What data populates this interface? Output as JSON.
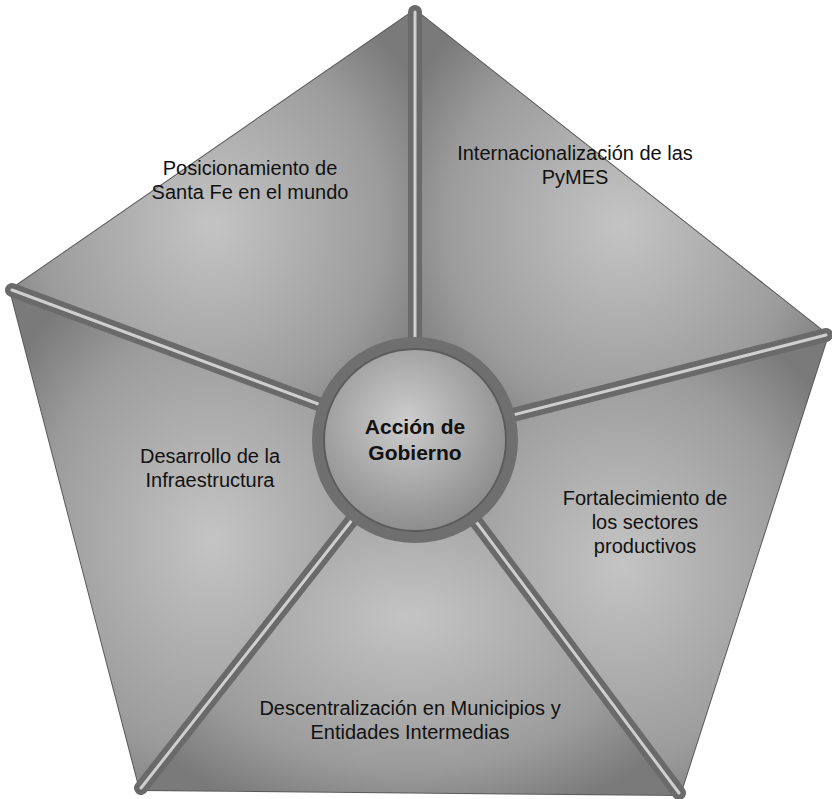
{
  "diagram": {
    "nodes": [
      {
        "text": [
          "Posicionamiento de Santa Fe en el mundo"
        ]
      },
      {
        "text": [
          "Internacionalización de las PyMES"
        ]
      },
      {
        "text": [
          "Acción de Gobierno"
        ]
      },
      {
        "text": [
          "Desarrollo de la Infraestructura"
        ]
      },
      {
        "text": [
          "Fortalecimiento de los sectores productivos"
        ]
      },
      {
        "text": [
          "Descentralización en Municipios y Entidades Intermedias"
        ]
      }
    ]
  }
}
